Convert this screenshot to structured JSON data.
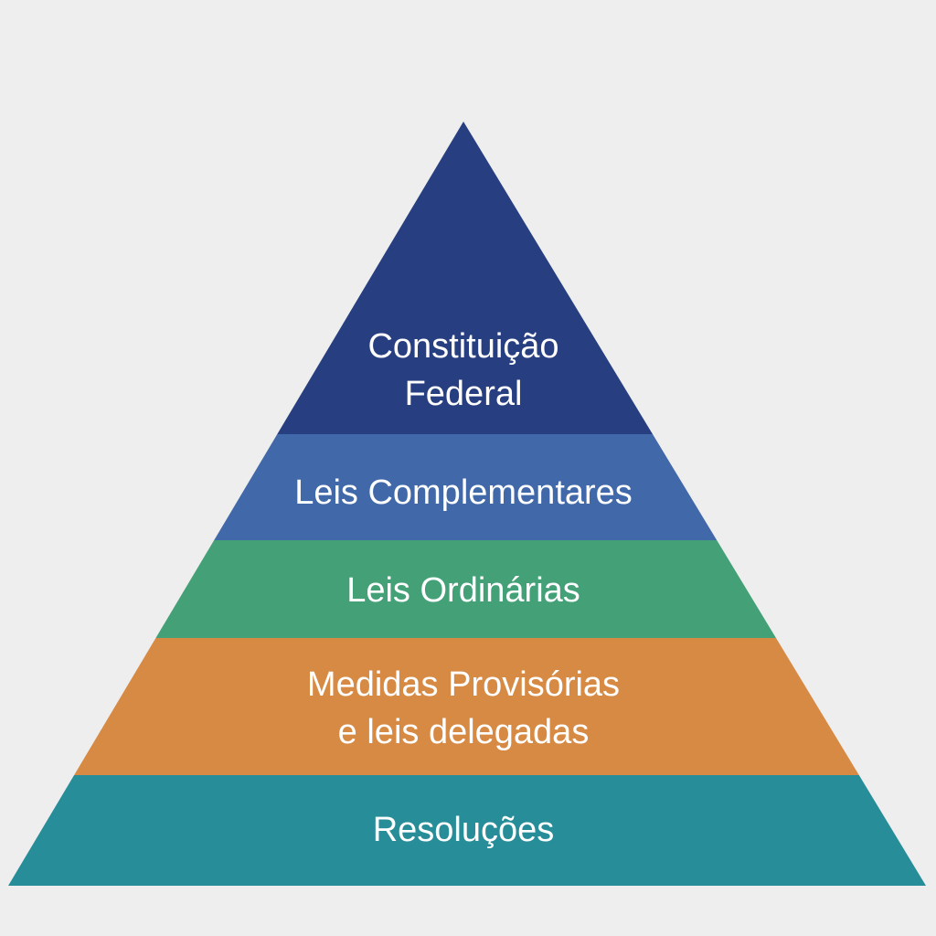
{
  "background_color": "#eeeeee",
  "pyramid": {
    "tiers": [
      {
        "lines": [
          "Constituição",
          "Federal"
        ],
        "color": "#273f80"
      },
      {
        "lines": [
          "Leis Complementares"
        ],
        "color": "#4168a8"
      },
      {
        "lines": [
          "Leis Ordinárias"
        ],
        "color": "#43a077"
      },
      {
        "lines": [
          "Medidas Provisórias",
          "e leis delegadas"
        ],
        "color": "#d68a44"
      },
      {
        "lines": [
          "Resoluções"
        ],
        "color": "#278d98"
      }
    ]
  }
}
